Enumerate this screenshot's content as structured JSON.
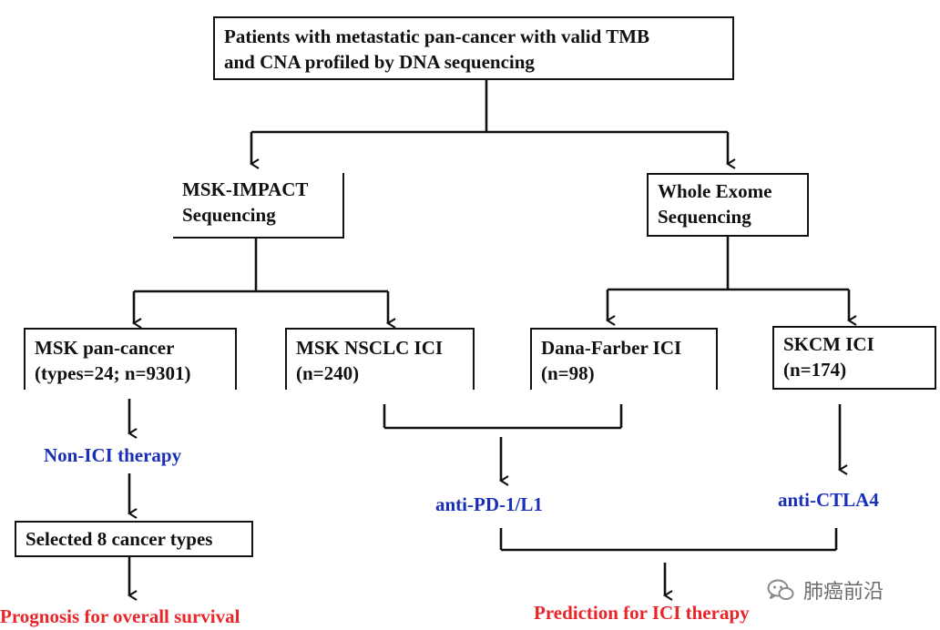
{
  "nodes": {
    "root": {
      "lines": [
        "Patients with metastatic pan-cancer with valid TMB",
        "and CNA profiled by DNA sequencing"
      ]
    },
    "msk_impact": {
      "lines": [
        "MSK-IMPACT",
        "Sequencing"
      ]
    },
    "whole_exome": {
      "lines": [
        "Whole Exome",
        "Sequencing"
      ]
    },
    "msk_pan_cancer": {
      "lines": [
        "MSK pan-cancer",
        "(types=24; n=9301)"
      ]
    },
    "msk_nsclc": {
      "lines": [
        "MSK NSCLC ICI",
        "(n=240)"
      ]
    },
    "dana_farber": {
      "lines": [
        "Dana-Farber ICI",
        "(n=98)"
      ]
    },
    "skcm": {
      "lines": [
        "SKCM ICI",
        "(n=174)"
      ]
    },
    "selected": {
      "lines": [
        "Selected 8 cancer types"
      ]
    }
  },
  "labels": {
    "non_ici": "Non-ICI therapy",
    "anti_pd1": "anti-PD-1/L1",
    "anti_ctla4": "anti-CTLA4",
    "prognosis": "Prognosis for overall survival",
    "prediction": "Prediction for ICI therapy"
  },
  "colors": {
    "line": "#111111",
    "therapy_text": "#1a2fb8",
    "outcome_text": "#e8262a",
    "watermark": "#6b6b6b"
  },
  "watermark": {
    "icon": "wechat-icon",
    "text": "肺癌前沿"
  }
}
